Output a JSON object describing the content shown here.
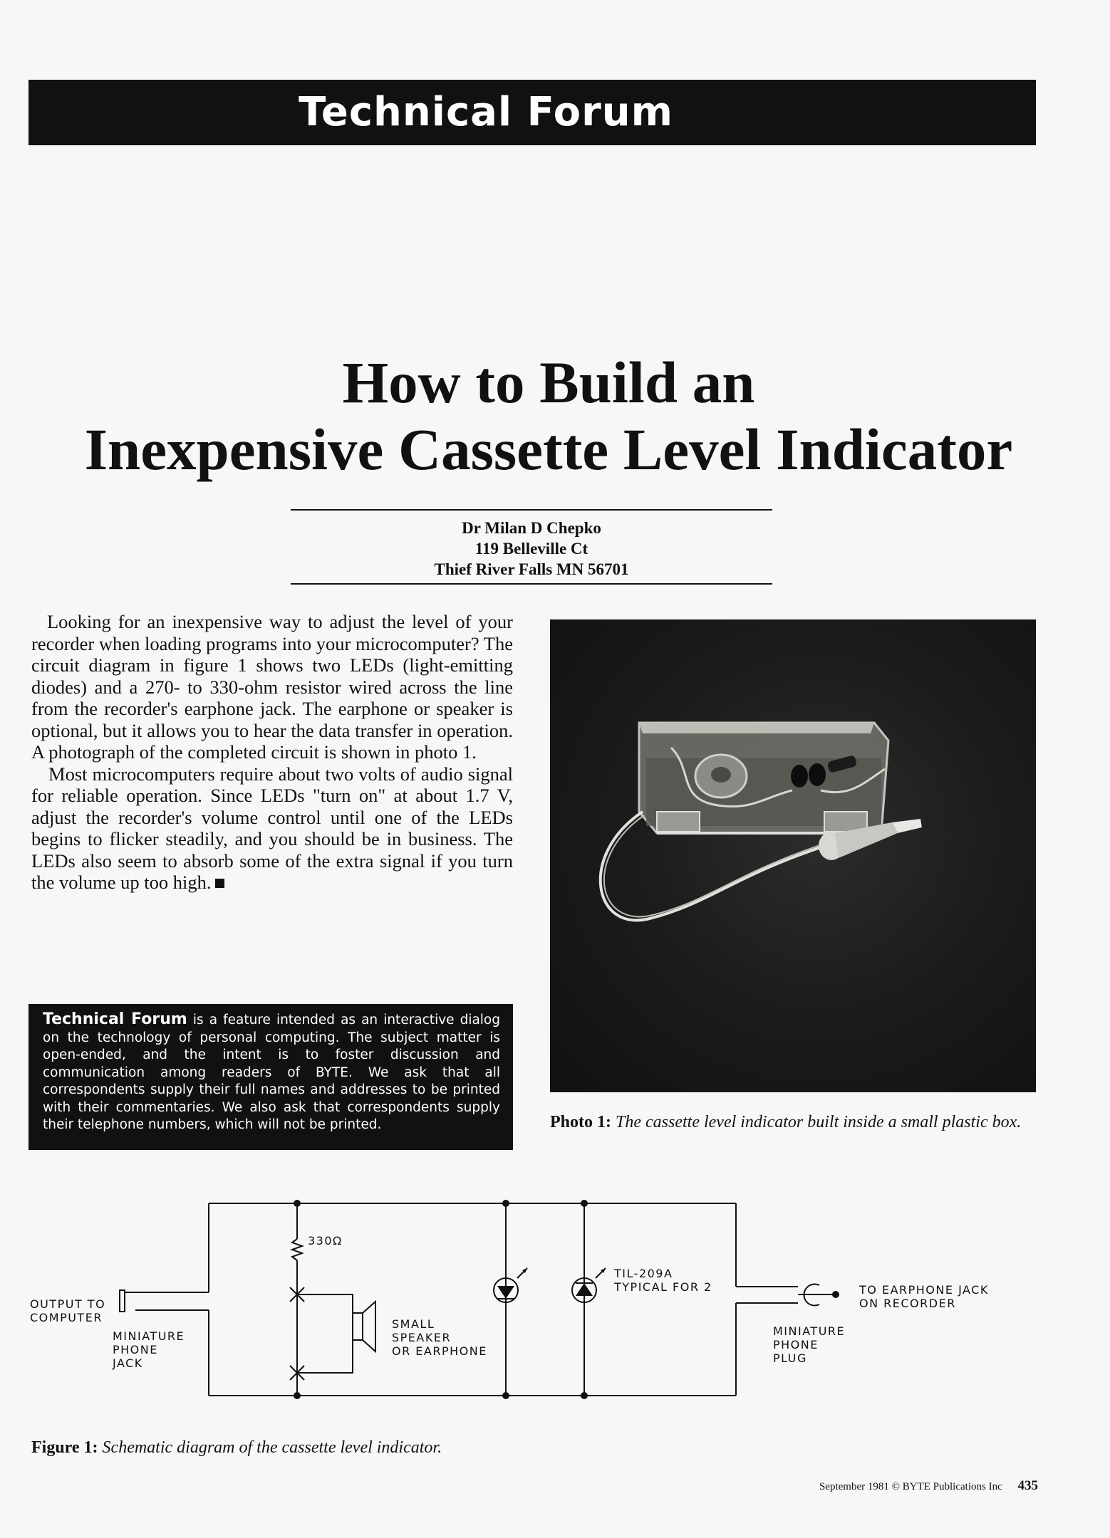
{
  "banner": "Technical Forum",
  "article": {
    "title_line1": "How to Build an",
    "title_line2": "Inexpensive Cassette  Level Indicator",
    "author": "Dr Milan D Chepko",
    "address1": "119 Belleville Ct",
    "address2": "Thief River Falls MN 56701",
    "paragraph1": "Looking for an inexpensive way to adjust the level of your recorder when loading programs into your microcomputer? The circuit diagram in figure 1 shows two LEDs (light-emitting diodes) and a 270- to 330-ohm resistor wired across the line from the recorder's earphone jack. The earphone or speaker is optional, but it allows you to hear the data transfer in operation. A photograph of the completed circuit is shown in photo 1.",
    "paragraph2": "Most microcomputers require about two volts of audio signal for reliable operation. Since LEDs \"turn on\" at about 1.7 V, adjust the recorder's volume control until one of the LEDs begins to flicker steadily, and you should be in business. The LEDs also seem to absorb some of the extra signal if you turn the volume up too high."
  },
  "sidebar": {
    "lead": "Technical Forum",
    "text": "is a feature intended as an interactive dialog on the technology of personal computing. The subject matter is open-ended, and the intent is to foster discussion and communication among readers of BYTE. We ask that all correspondents supply their full names and addresses to be printed with their commentaries. We also ask that correspondents supply their telephone numbers, which will not be printed."
  },
  "photo": {
    "caption_label": "Photo 1:",
    "caption_text": "The cassette level indicator built inside a small plastic box."
  },
  "schematic": {
    "resistor_label": "330Ω",
    "output_label_1": "OUTPUT TO",
    "output_label_2": "COMPUTER",
    "jack_label_1": "MINIATURE",
    "jack_label_2": "PHONE",
    "jack_label_3": "JACK",
    "speaker_label_1": "SMALL",
    "speaker_label_2": "SPEAKER",
    "speaker_label_3": "OR EARPHONE",
    "led_label_1": "TIL-209A",
    "led_label_2": "TYPICAL FOR 2",
    "plug_label_1": "MINIATURE",
    "plug_label_2": "PHONE",
    "plug_label_3": "PLUG",
    "earphone_label_1": "TO EARPHONE JACK",
    "earphone_label_2": "ON RECORDER"
  },
  "figure": {
    "caption_label": "Figure 1:",
    "caption_text": "Schematic diagram of the cassette level indicator."
  },
  "footer": {
    "text": "September 1981 © BYTE Publications Inc",
    "page": "435"
  }
}
